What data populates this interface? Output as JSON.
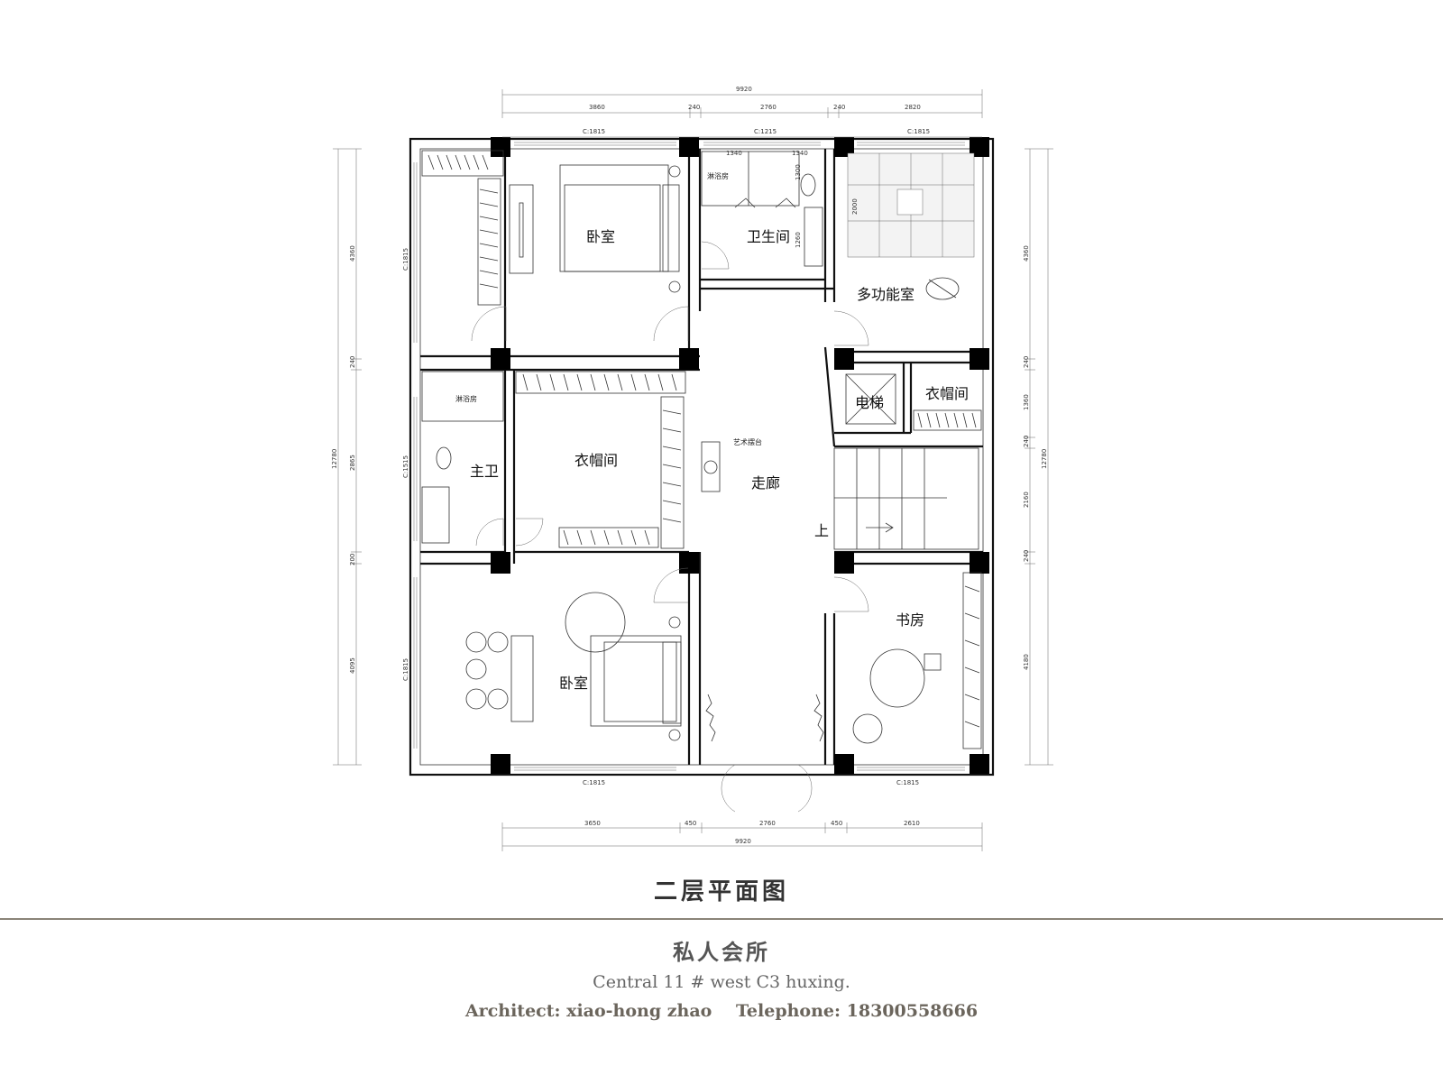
{
  "plan": {
    "title": "二层平面图",
    "rooms": {
      "bedroom_top": "卧室",
      "bathroom": "卫生间",
      "multi_room": "多功能室",
      "elevator": "电梯",
      "wardrobe_small": "衣帽间",
      "master_bath": "主卫",
      "wardrobe_center": "衣帽间",
      "corridor": "走廊",
      "stair_up": "上",
      "bedroom_bottom": "卧室",
      "study": "书房"
    },
    "annotations": {
      "shower_top": "淋浴房",
      "shower_master": "淋浴房",
      "art_stand": "艺术摆台"
    },
    "dimensions": {
      "top_total": "9920",
      "top_segments": [
        "3860",
        "240",
        "2760",
        "240",
        "2820"
      ],
      "top_windows": [
        "C:1815",
        "C:1215",
        "C:1815"
      ],
      "bath_width_left": "1340",
      "bath_width_right": "1340",
      "bottom_total": "9920",
      "bottom_segments": [
        "3650",
        "450",
        "2760",
        "450",
        "2610"
      ],
      "bottom_windows": [
        "C:1815",
        "C:1815"
      ],
      "left_total": "12780",
      "left_segments": [
        "4360",
        "240",
        "2865",
        "200",
        "4095"
      ],
      "left_windows": [
        "C:1815",
        "C:1515",
        "C:1815"
      ],
      "right_total": "12780",
      "right_segments": [
        "4360",
        "240",
        "1360",
        "240",
        "2160",
        "240",
        "4180"
      ],
      "bath_inner_1": "1300",
      "bath_inner_2": "1260",
      "multi_inner": "2000"
    }
  },
  "footer": {
    "project_name": "私人会所",
    "subtitle": "Central 11 # west C3 huxing.",
    "architect": "Architect: xiao-hong zhao",
    "telephone": "Telephone: 18300558666"
  }
}
